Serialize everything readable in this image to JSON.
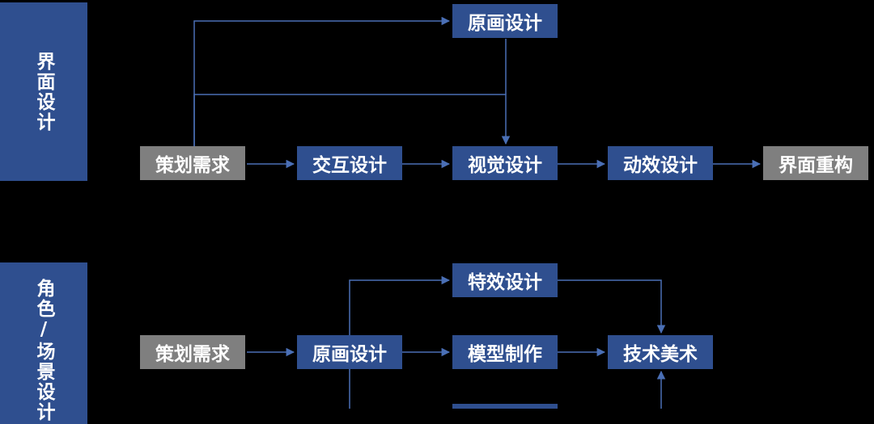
{
  "sections": {
    "ui": {
      "label": "界面设计"
    },
    "role": {
      "label": "角色/场景设计"
    }
  },
  "top_flow": {
    "art_design": "原画设计",
    "plan": "策划需求",
    "interaction": "交互设计",
    "visual": "视觉设计",
    "motion": "动效设计",
    "rebuild": "界面重构"
  },
  "bottom_flow": {
    "plan": "策划需求",
    "art_design": "原画设计",
    "vfx": "特效设计",
    "modeling": "模型制作",
    "tech_art": "技术美术"
  },
  "colors": {
    "node_blue": "#2F4F8F",
    "node_gray": "#7F7F7F",
    "line": "#4A6FB5",
    "background": "#000000"
  }
}
